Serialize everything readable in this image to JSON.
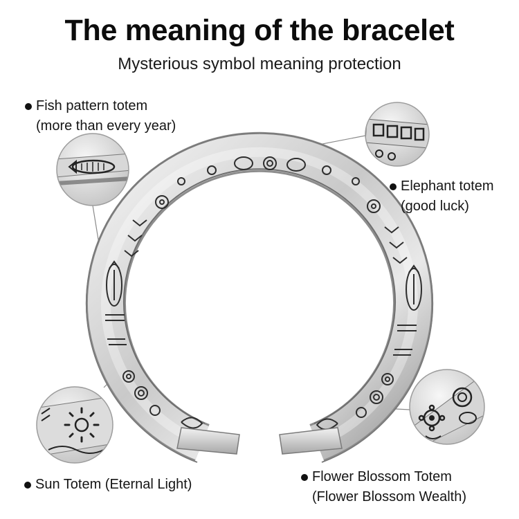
{
  "header": {
    "title": "The meaning of the bracelet",
    "subtitle": "Mysterious symbol meaning protection"
  },
  "callouts": {
    "fish": {
      "line1": "Fish pattern totem",
      "line2": "(more than every year)"
    },
    "elephant": {
      "line1": "Elephant totem",
      "line2": "(good luck)"
    },
    "sun": {
      "line1": "Sun Totem (Eternal Light)"
    },
    "flower": {
      "line1": "Flower Blossom Totem",
      "line2": "(Flower Blossom Wealth)"
    }
  },
  "colors": {
    "background": "#ffffff",
    "silver_light": "#e6e6e6",
    "silver_dark": "#3a3a3a",
    "text": "#111111"
  }
}
